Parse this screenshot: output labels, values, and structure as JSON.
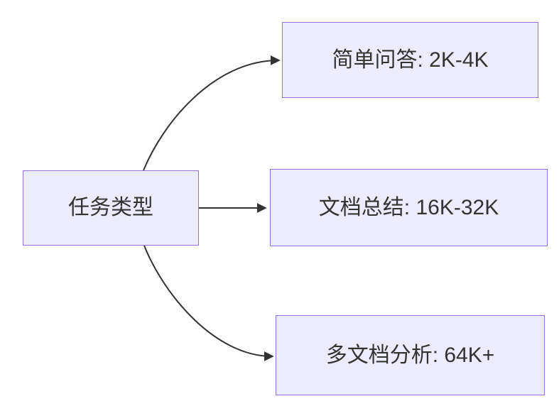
{
  "diagram": {
    "type": "flowchart",
    "root": {
      "label": "任务类型"
    },
    "branches": [
      {
        "label": "简单问答: 2K-4K"
      },
      {
        "label": "文档总结: 16K-32K"
      },
      {
        "label": "多文档分析: 64K+"
      }
    ],
    "edges": [
      {
        "from": "任务类型",
        "to": "简单问答: 2K-4K"
      },
      {
        "from": "任务类型",
        "to": "文档总结: 16K-32K"
      },
      {
        "from": "任务类型",
        "to": "多文档分析: 64K+"
      }
    ],
    "colors": {
      "node_fill": "#ECECFF",
      "node_border": "#9370DB",
      "edge": "#333333",
      "text": "#333333",
      "background": "#FFFFFF"
    }
  }
}
